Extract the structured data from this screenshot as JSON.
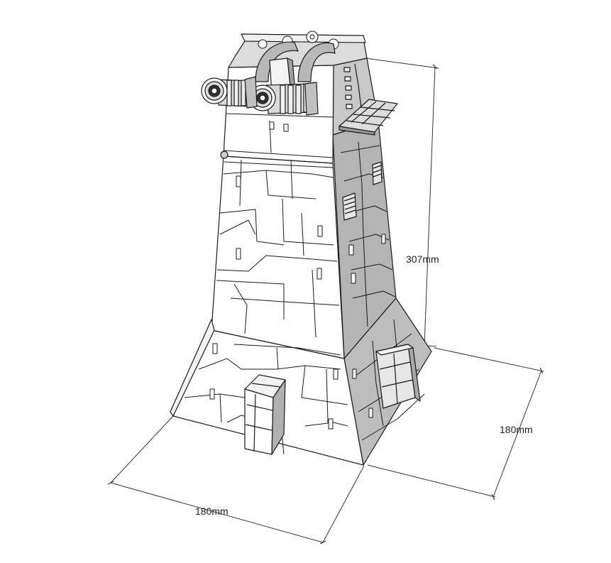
{
  "dimensions": {
    "height": "307mm",
    "depth": "180mm",
    "width": "180mm"
  },
  "colors": {
    "line": "#1a1a1a",
    "front_face": "#ffffff",
    "side_face": "#b8b8b8",
    "side_shadow": "#9a9a9a",
    "dimension_line": "#333333"
  }
}
